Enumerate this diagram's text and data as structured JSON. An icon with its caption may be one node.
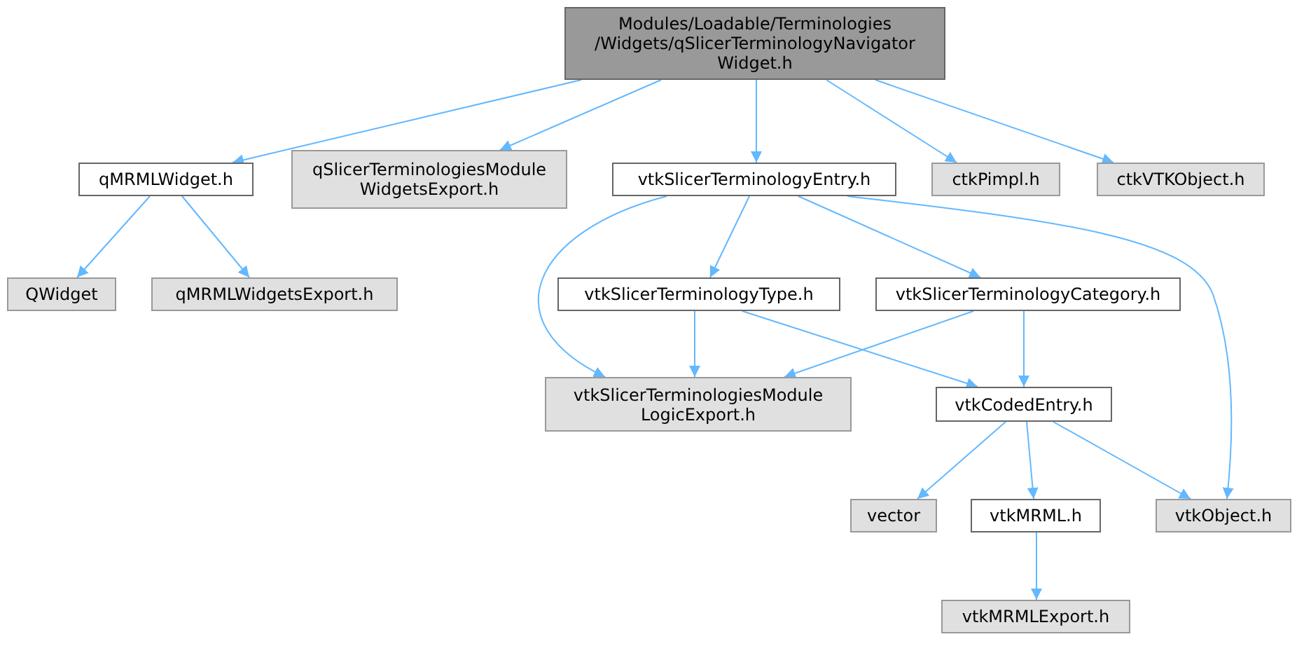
{
  "diagram": {
    "nodes": [
      {
        "text": [
          "Modules/Loadable/Terminologies /Widgets/qSlicerTerminologyNavigator Widget.h"
        ]
      },
      {
        "text": [
          "qMRMLWidget.h"
        ]
      },
      {
        "text": [
          "qSlicerTerminologiesModule WidgetsExport.h"
        ]
      },
      {
        "text": [
          "vtkSlicerTerminologyEntry.h"
        ]
      },
      {
        "text": [
          "ctkPimpl.h"
        ]
      },
      {
        "text": [
          "ctkVTKObject.h"
        ]
      },
      {
        "text": [
          "QWidget"
        ]
      },
      {
        "text": [
          "qMRMLWidgetsExport.h"
        ]
      },
      {
        "text": [
          "vtkSlicerTerminologyType.h"
        ]
      },
      {
        "text": [
          "vtkSlicerTerminologyCategory.h"
        ]
      },
      {
        "text": [
          "vtkSlicerTerminologiesModule LogicExport.h"
        ]
      },
      {
        "text": [
          "vtkCodedEntry.h"
        ]
      },
      {
        "text": [
          "vector"
        ]
      },
      {
        "text": [
          "vtkMRML.h"
        ]
      },
      {
        "text": [
          "vtkObject.h"
        ]
      },
      {
        "text": [
          "vtkMRMLExport.h"
        ]
      }
    ],
    "edges": [
      {
        "from": 0,
        "to": 1,
        "arrow": "to"
      },
      {
        "from": 0,
        "to": 2,
        "arrow": "to"
      },
      {
        "from": 0,
        "to": 3,
        "arrow": "to"
      },
      {
        "from": 0,
        "to": 4,
        "arrow": "to"
      },
      {
        "from": 0,
        "to": 5,
        "arrow": "to"
      },
      {
        "from": 1,
        "to": 6,
        "arrow": "to"
      },
      {
        "from": 1,
        "to": 7,
        "arrow": "to"
      },
      {
        "from": 3,
        "to": 10,
        "arrow": "to"
      },
      {
        "from": 3,
        "to": 8,
        "arrow": "to"
      },
      {
        "from": 3,
        "to": 9,
        "arrow": "to"
      },
      {
        "from": 3,
        "to": 14,
        "arrow": "to"
      },
      {
        "from": 8,
        "to": 10,
        "arrow": "to"
      },
      {
        "from": 8,
        "to": 11,
        "arrow": "to"
      },
      {
        "from": 9,
        "to": 10,
        "arrow": "to"
      },
      {
        "from": 9,
        "to": 11,
        "arrow": "to"
      },
      {
        "from": 11,
        "to": 12,
        "arrow": "to"
      },
      {
        "from": 11,
        "to": 13,
        "arrow": "to"
      },
      {
        "from": 11,
        "to": 14,
        "arrow": "to"
      },
      {
        "from": 13,
        "to": 15,
        "arrow": "to"
      }
    ]
  }
}
